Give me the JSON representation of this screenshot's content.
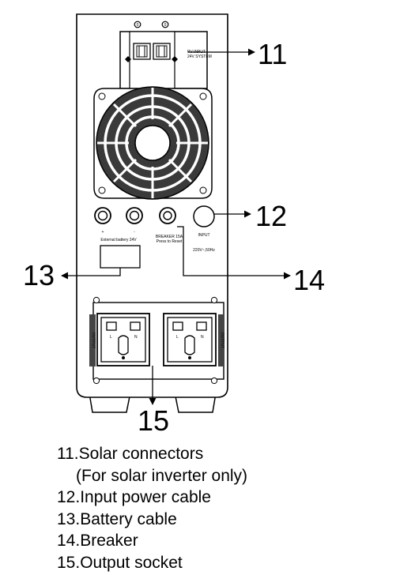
{
  "panel": {
    "pv_label_line1": "PV INPUT",
    "pv_label_line2": "24V SYSTEM",
    "pv_terminal_mark_left": "0",
    "pv_terminal_mark_right": "0",
    "battery_pos_mark": "+",
    "battery_neg_mark": "-",
    "battery_label": "External battery 24V",
    "breaker_label_line1": "BREAKER 15A",
    "breaker_label_line2": "Press to Reset",
    "input_label": "INPUT",
    "input_rating": "220V~,50Hz",
    "socket_pin_left": "L",
    "socket_pin_right": "N",
    "socket_strip_left": "OUTPUT",
    "socket_strip_right": "OUTPUT"
  },
  "callouts": {
    "c11": "11",
    "c12": "12",
    "c13": "13",
    "c14": "14",
    "c15": "15"
  },
  "legend": {
    "l11a": "11.Solar connectors",
    "l11b": "(For solar inverter only)",
    "l12": "12.Input power cable",
    "l13": "13.Battery cable",
    "l14": "14.Breaker",
    "l15": "15.Output socket"
  }
}
